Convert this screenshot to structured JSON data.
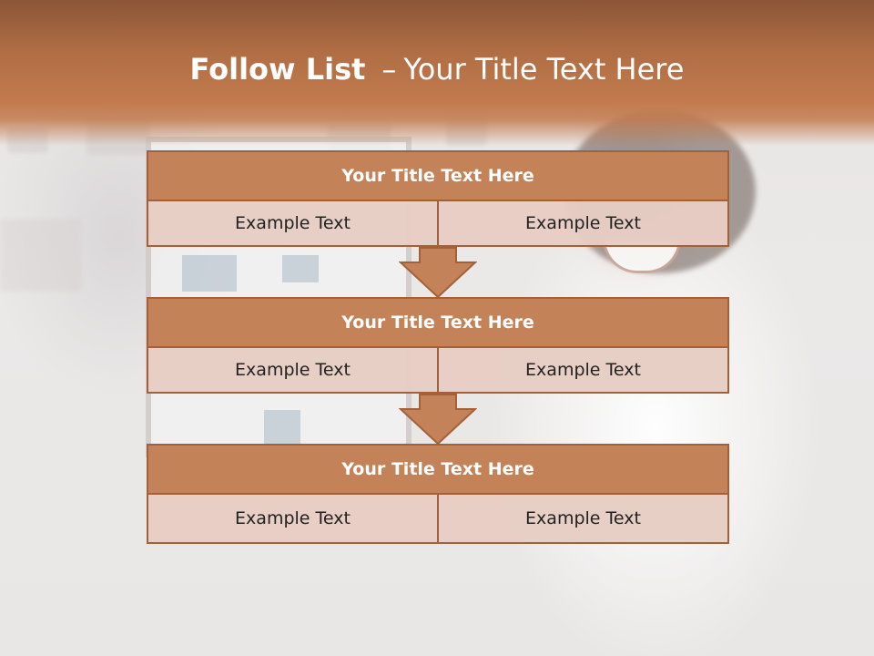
{
  "slide": {
    "title_bold": "Follow List",
    "title_sep": "–",
    "title_rest": "Your Title Text Here"
  },
  "blocks": [
    {
      "title": "Your Title Text Here",
      "left": "Example Text",
      "right": "Example Text"
    },
    {
      "title": "Your Title Text Here",
      "left": "Example Text",
      "right": "Example Text"
    },
    {
      "title": "Your Title Text Here",
      "left": "Example Text",
      "right": "Example Text"
    }
  ],
  "colors": {
    "header": "#b06d44",
    "block_head": "#c38257",
    "block_border": "#a46139",
    "cell": "#e7cdc4"
  }
}
